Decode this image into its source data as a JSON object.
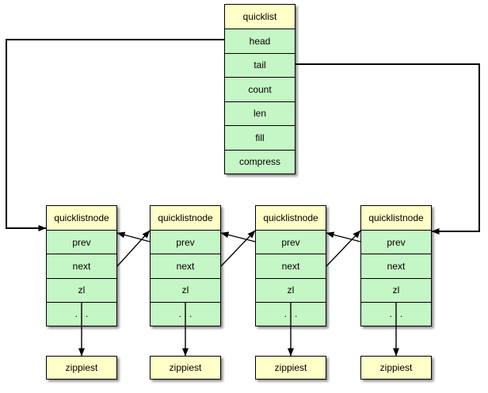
{
  "colors": {
    "title_bg": "#FFFFC8",
    "field_bg": "#C5F6C5",
    "border": "#000000",
    "background": "#FFFFFF"
  },
  "quicklist": {
    "title": "quicklist",
    "fields": [
      "head",
      "tail",
      "count",
      "len",
      "fill",
      "compress"
    ]
  },
  "nodes": [
    {
      "title": "quicklistnode",
      "fields": [
        "prev",
        "next",
        "zl",
        ". . ."
      ]
    },
    {
      "title": "quicklistnode",
      "fields": [
        "prev",
        "next",
        "zl",
        ". . ."
      ]
    },
    {
      "title": "quicklistnode",
      "fields": [
        "prev",
        "next",
        "zl",
        ". . ."
      ]
    },
    {
      "title": "quicklistnode",
      "fields": [
        "prev",
        "next",
        "zl",
        ". . ."
      ]
    }
  ],
  "ziplists": [
    {
      "label": "zippiest"
    },
    {
      "label": "zippiest"
    },
    {
      "label": "zippiest"
    },
    {
      "label": "zippiest"
    }
  ],
  "pointers": [
    {
      "from": "quicklist.head",
      "to": "node1"
    },
    {
      "from": "quicklist.tail",
      "to": "node4"
    },
    {
      "from": "node1.next",
      "to": "node2"
    },
    {
      "from": "node2.prev",
      "to": "node1"
    },
    {
      "from": "node2.next",
      "to": "node3"
    },
    {
      "from": "node3.prev",
      "to": "node2"
    },
    {
      "from": "node3.next",
      "to": "node4"
    },
    {
      "from": "node4.prev",
      "to": "node3"
    },
    {
      "from": "node1.zl",
      "to": "ziplist1"
    },
    {
      "from": "node2.zl",
      "to": "ziplist2"
    },
    {
      "from": "node3.zl",
      "to": "ziplist3"
    },
    {
      "from": "node4.zl",
      "to": "ziplist4"
    }
  ]
}
